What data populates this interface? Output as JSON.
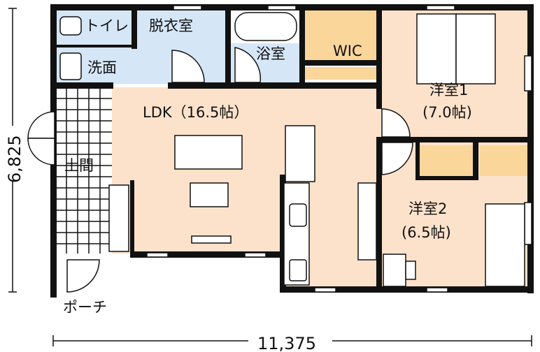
{
  "title": "Floor plan",
  "colors": {
    "wet_area": "#d5e6f7",
    "living": "#fde2cb",
    "storage": "#fbd69b",
    "wall": "#111111"
  },
  "rooms": {
    "toilet": "トイレ",
    "dressing": "脱衣室",
    "bath": "浴室",
    "wic": "WIC",
    "washroom": "洗面",
    "ldk": "LDK（16.5帖）",
    "bedroom1_name": "洋室1",
    "bedroom1_size": "(7.0帖)",
    "doma": "土間",
    "bedroom2_name": "洋室2",
    "bedroom2_size": "(6.5帖)",
    "porch": "ポーチ"
  },
  "dimensions": {
    "depth": "6,825",
    "width": "11,375"
  }
}
